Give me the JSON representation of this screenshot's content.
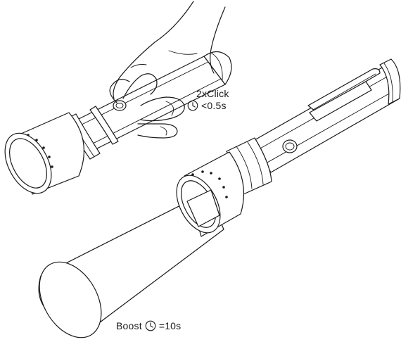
{
  "step_top": {
    "action": "2xClick",
    "duration": "<0.5s",
    "icon": "clock-icon"
  },
  "step_bottom": {
    "action": "Boost",
    "duration": "=10s",
    "icon": "clock-icon"
  }
}
